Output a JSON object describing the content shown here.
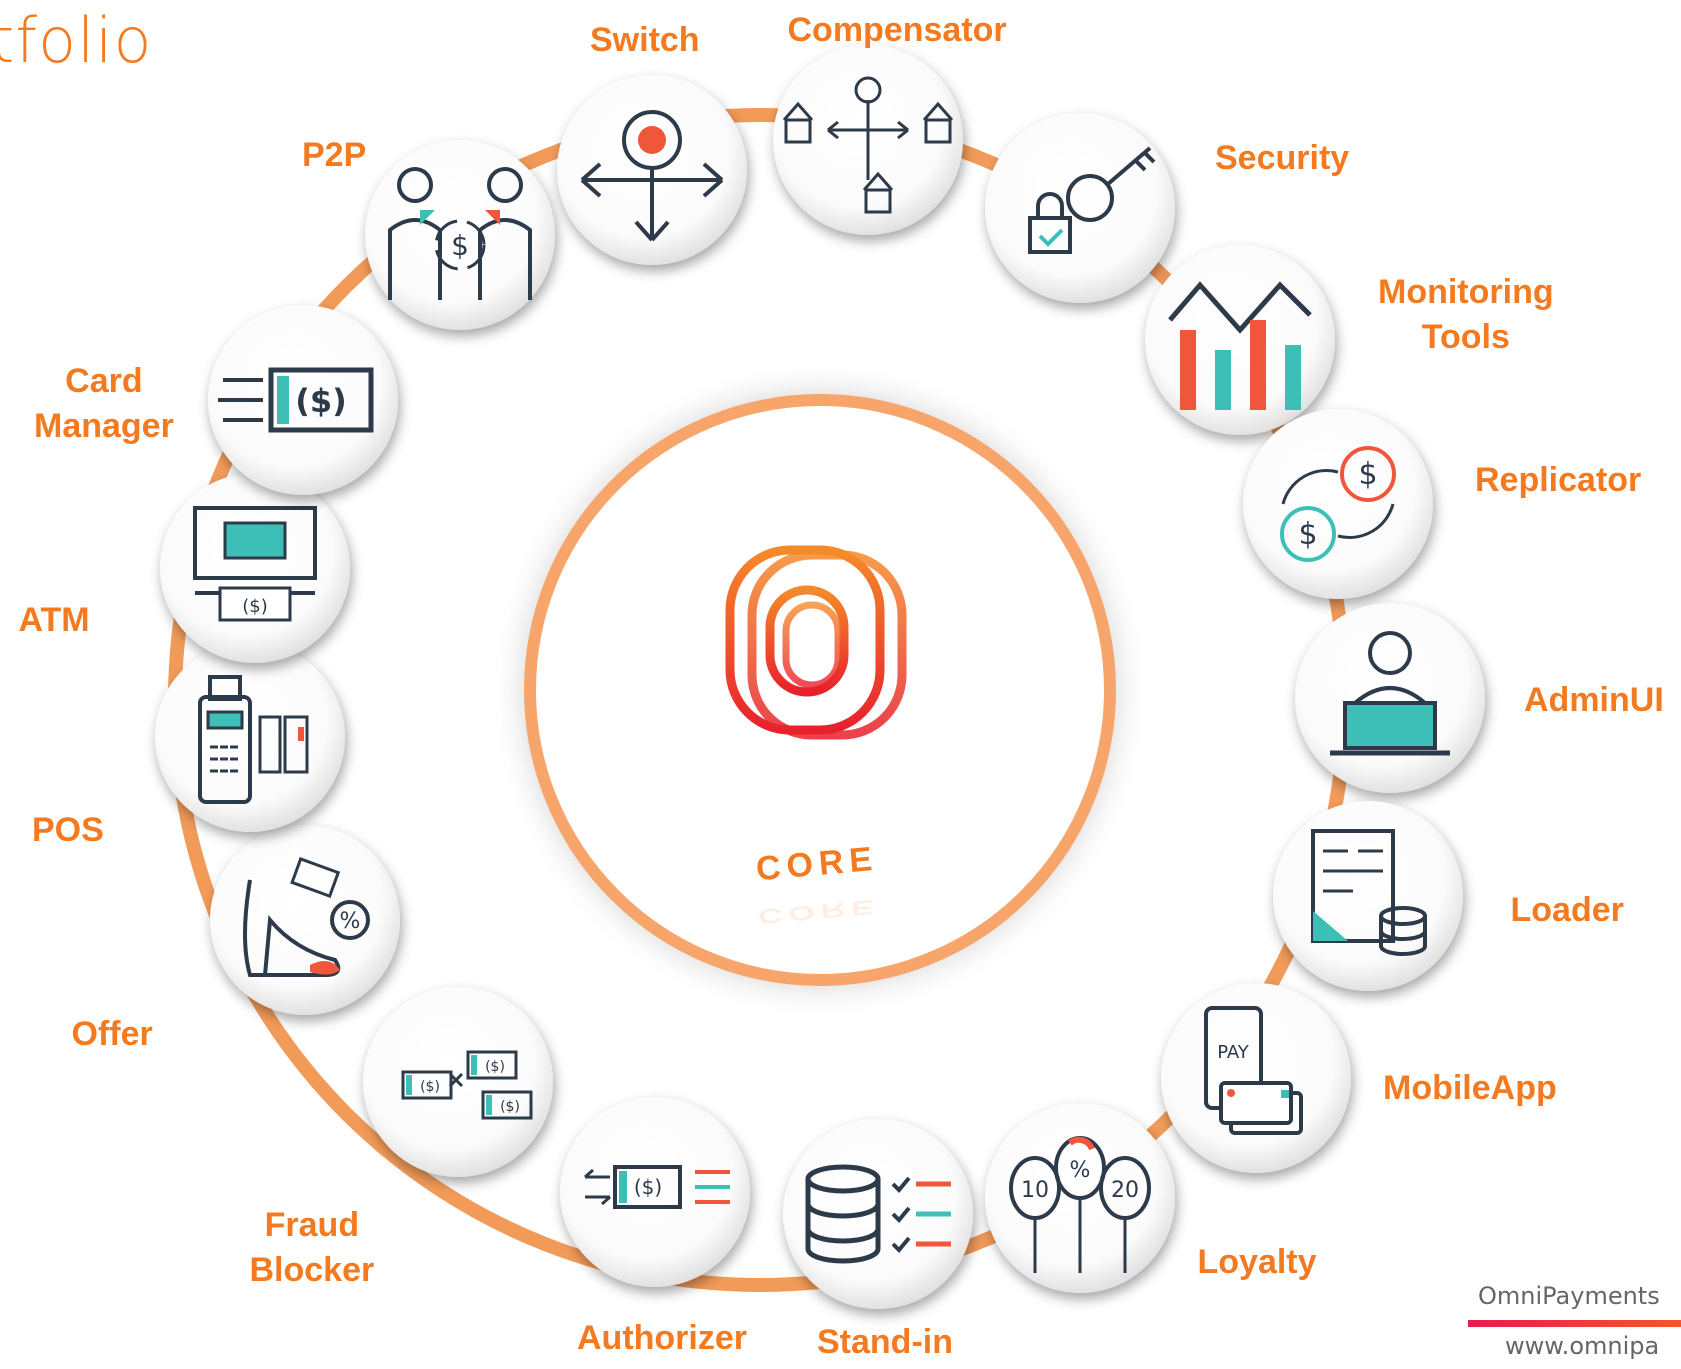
{
  "title": "tfolio",
  "core_label": "CORE",
  "footer": {
    "brand": "OmniPayments",
    "url": "www.omnipa"
  },
  "colors": {
    "accent": "#f47a20",
    "ring": "#f7a56a",
    "teal": "#3dbfb8",
    "red": "#f0573a",
    "navy": "#2d3a4a"
  },
  "modules": [
    {
      "name": "Switch",
      "icon": "switch-arrows-icon"
    },
    {
      "name": "Compensator",
      "icon": "bank-network-icon"
    },
    {
      "name": "Security",
      "icon": "key-lock-icon"
    },
    {
      "name": "Monitoring\nTools",
      "icon": "bar-chart-icon"
    },
    {
      "name": "Replicator",
      "icon": "currency-exchange-icon"
    },
    {
      "name": "AdminUI",
      "icon": "admin-laptop-icon"
    },
    {
      "name": "Loader",
      "icon": "document-database-icon"
    },
    {
      "name": "MobileApp",
      "icon": "mobile-pay-icon"
    },
    {
      "name": "Loyalty",
      "icon": "balloons-icon"
    },
    {
      "name": "Stand-in",
      "icon": "database-checklist-icon"
    },
    {
      "name": "Authorizer",
      "icon": "money-checklist-icon"
    },
    {
      "name": "Fraud\nBlocker",
      "icon": "blocked-money-icon"
    },
    {
      "name": "Offer",
      "icon": "shoe-discount-icon"
    },
    {
      "name": "POS",
      "icon": "pos-terminal-icon"
    },
    {
      "name": "ATM",
      "icon": "atm-icon"
    },
    {
      "name": "Card\nManager",
      "icon": "fast-money-icon"
    },
    {
      "name": "P2P",
      "icon": "p2p-transfer-icon"
    }
  ]
}
